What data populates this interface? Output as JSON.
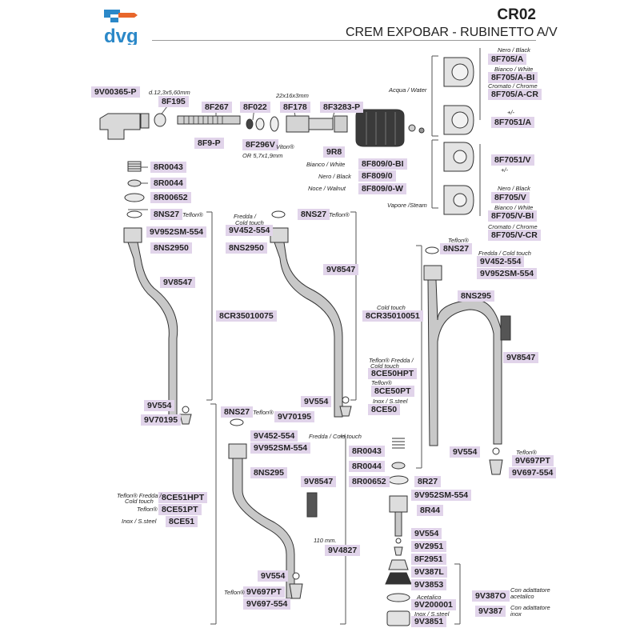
{
  "header": {
    "brand": "dvg",
    "code": "CR02",
    "subtitle": "CREM EXPOBAR - RUBINETTO A/V"
  },
  "parts": [
    {
      "id": "p01",
      "code": "9V00365-P"
    },
    {
      "id": "p02",
      "code": "8F195"
    },
    {
      "id": "p03",
      "code": "8F267"
    },
    {
      "id": "p04",
      "code": "8F022"
    },
    {
      "id": "p05",
      "code": "8F178"
    },
    {
      "id": "p06",
      "code": "8F3283-P"
    },
    {
      "id": "p07",
      "code": "8F9-P"
    },
    {
      "id": "p08",
      "code": "8F296V"
    },
    {
      "id": "p09",
      "code": "9R8"
    },
    {
      "id": "p10",
      "code": "8F809/0-BI"
    },
    {
      "id": "p11",
      "code": "8F809/0"
    },
    {
      "id": "p12",
      "code": "8F809/0-W"
    },
    {
      "id": "p13",
      "code": "8F705/A"
    },
    {
      "id": "p14",
      "code": "8F705/A-BI"
    },
    {
      "id": "p15",
      "code": "8F705/A-CR"
    },
    {
      "id": "p16",
      "code": "8F7051/A"
    },
    {
      "id": "p17",
      "code": "8F7051/V"
    },
    {
      "id": "p18",
      "code": "8F705/V"
    },
    {
      "id": "p19",
      "code": "8F705/V-BI"
    },
    {
      "id": "p20",
      "code": "8F705/V-CR"
    },
    {
      "id": "p21",
      "code": "8R0043"
    },
    {
      "id": "p22",
      "code": "8R0044"
    },
    {
      "id": "p23",
      "code": "8R00652"
    },
    {
      "id": "p24",
      "code": "8NS27"
    },
    {
      "id": "p25",
      "code": "9V952SM-554"
    },
    {
      "id": "p26",
      "code": "8NS2950"
    },
    {
      "id": "p27",
      "code": "9V8547"
    },
    {
      "id": "p28",
      "code": "8CR35010075"
    },
    {
      "id": "p29",
      "code": "9V554"
    },
    {
      "id": "p30",
      "code": "9V70195"
    },
    {
      "id": "p31",
      "code": "8NS27"
    },
    {
      "id": "p32",
      "code": "9V452-554"
    },
    {
      "id": "p33",
      "code": "8NS2950"
    },
    {
      "id": "p34",
      "code": "9V8547"
    },
    {
      "id": "p35",
      "code": "8CR35010051"
    },
    {
      "id": "p36",
      "code": "9V554"
    },
    {
      "id": "p37",
      "code": "9V70195"
    },
    {
      "id": "p38",
      "code": "8NS27"
    },
    {
      "id": "p39",
      "code": "9V452-554"
    },
    {
      "id": "p40",
      "code": "9V952SM-554"
    },
    {
      "id": "p41",
      "code": "8NS295"
    },
    {
      "id": "p42",
      "code": "9V8547"
    },
    {
      "id": "p43",
      "code": "8CE50HPT"
    },
    {
      "id": "p44",
      "code": "8CE50PT"
    },
    {
      "id": "p45",
      "code": "8CE50"
    },
    {
      "id": "p46",
      "code": "9V554"
    },
    {
      "id": "p47",
      "code": "9V697PT"
    },
    {
      "id": "p48",
      "code": "9V697-554"
    },
    {
      "id": "p49",
      "code": "8NS27"
    },
    {
      "id": "p50",
      "code": "9V452-554"
    },
    {
      "id": "p51",
      "code": "9V952SM-554"
    },
    {
      "id": "p52",
      "code": "8NS295"
    },
    {
      "id": "p53",
      "code": "9V8547"
    },
    {
      "id": "p54",
      "code": "8CE51HPT"
    },
    {
      "id": "p55",
      "code": "8CE51PT"
    },
    {
      "id": "p56",
      "code": "8CE51"
    },
    {
      "id": "p57",
      "code": "9V4827"
    },
    {
      "id": "p58",
      "code": "9V554"
    },
    {
      "id": "p59",
      "code": "9V697PT"
    },
    {
      "id": "p60",
      "code": "9V697-554"
    },
    {
      "id": "p61",
      "code": "8R0043"
    },
    {
      "id": "p62",
      "code": "8R0044"
    },
    {
      "id": "p63",
      "code": "8R00652"
    },
    {
      "id": "p64",
      "code": "8R27"
    },
    {
      "id": "p65",
      "code": "9V952SM-554"
    },
    {
      "id": "p66",
      "code": "8R44"
    },
    {
      "id": "p67",
      "code": "9V554"
    },
    {
      "id": "p68",
      "code": "9V2951"
    },
    {
      "id": "p69",
      "code": "8F2951"
    },
    {
      "id": "p70",
      "code": "9V387L"
    },
    {
      "id": "p71",
      "code": "9V3853"
    },
    {
      "id": "p72",
      "code": "9V200001"
    },
    {
      "id": "p73",
      "code": "9V3851"
    },
    {
      "id": "p74",
      "code": "9V387O"
    },
    {
      "id": "p75",
      "code": "9V387"
    }
  ],
  "notes": [
    {
      "id": "n01",
      "text": "d.12,3x5,60mm"
    },
    {
      "id": "n02",
      "text": "22x16x3mm"
    },
    {
      "id": "n03",
      "text": "Viton®"
    },
    {
      "id": "n04",
      "text": "OR 5,7x1,9mm"
    },
    {
      "id": "n05",
      "text": "Acqua / Water"
    },
    {
      "id": "n06",
      "text": "Vapore /Steam"
    },
    {
      "id": "n07",
      "text": "Nero / Black"
    },
    {
      "id": "n08",
      "text": "Bianco / White"
    },
    {
      "id": "n09",
      "text": "Cromato / Chrome"
    },
    {
      "id": "n10",
      "text": "+/-"
    },
    {
      "id": "n11",
      "text": "+/-"
    },
    {
      "id": "n12",
      "text": "Nero / Black"
    },
    {
      "id": "n13",
      "text": "Bianco / White"
    },
    {
      "id": "n14",
      "text": "Cromato / Chrome"
    },
    {
      "id": "n15",
      "text": "Bianco / White"
    },
    {
      "id": "n16",
      "text": "Nero / Black"
    },
    {
      "id": "n17",
      "text": "Noce / Walnut"
    },
    {
      "id": "n18",
      "text": "Teflon®"
    },
    {
      "id": "n19",
      "text": "Fredda /"
    },
    {
      "id": "n20",
      "text": "Cold touch"
    },
    {
      "id": "n21",
      "text": "Teflon®"
    },
    {
      "id": "n22",
      "text": "Cold touch"
    },
    {
      "id": "n23",
      "text": "Teflon®"
    },
    {
      "id": "n24",
      "text": "Fredda / Cold touch"
    },
    {
      "id": "n25",
      "text": "Teflon® Fredda /"
    },
    {
      "id": "n26",
      "text": "Cold touch"
    },
    {
      "id": "n27",
      "text": "Teflon®"
    },
    {
      "id": "n28",
      "text": "Inox / S.steel"
    },
    {
      "id": "n29",
      "text": "Teflon®"
    },
    {
      "id": "n30",
      "text": "Teflon®"
    },
    {
      "id": "n31",
      "text": "Fredda / Cold touch"
    },
    {
      "id": "n32",
      "text": "Teflon® Fredda /"
    },
    {
      "id": "n33",
      "text": "Cold touch"
    },
    {
      "id": "n34",
      "text": "Teflon®"
    },
    {
      "id": "n35",
      "text": "Inox / S.steel"
    },
    {
      "id": "n36",
      "text": "110 mm."
    },
    {
      "id": "n37",
      "text": "Teflon®"
    },
    {
      "id": "n38",
      "text": "Acetalico"
    },
    {
      "id": "n39",
      "text": "Inox / S.steel"
    },
    {
      "id": "n40",
      "text": "Con adattatore"
    },
    {
      "id": "n41",
      "text": "acetalico"
    },
    {
      "id": "n42",
      "text": "Con adattatore"
    },
    {
      "id": "n43",
      "text": "inox"
    }
  ],
  "colors": {
    "label_bg": "#e1d4ea",
    "brand_blue": "#2b88c8",
    "brand_orange": "#e8662b"
  }
}
